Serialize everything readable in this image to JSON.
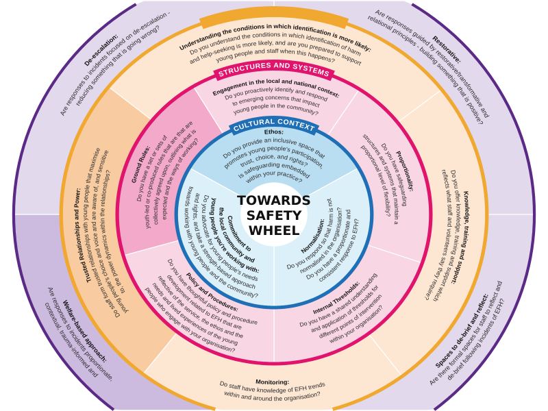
{
  "center": {
    "lines": [
      "TOWARDS",
      "SAFETY",
      "WHEEL"
    ]
  },
  "colors": {
    "purple_stroke": "#5b2a86",
    "purple_fill": "#e2d9ec",
    "purple_dark": "#cdbbdf",
    "orange_stroke": "#f0a830",
    "orange_fill": "#fde6d2",
    "orange_dark": "#f8cca0",
    "pink_stroke": "#e0136d",
    "pink_fill": "#f9d6e4",
    "pink_dark": "#f3a9c9",
    "blue_stroke": "#1e6fb5",
    "blue_fill": "#dcf0fa",
    "blue_dark": "#b9def2"
  },
  "rings": [
    {
      "id": "blue",
      "banner": "CULTURAL CONTEXT",
      "items": [
        {
          "title": [
            "Ethos:"
          ],
          "body": [
            "Do you provide an inclusive space that",
            "promotes young people's participation,",
            "trust, choice, and rights?",
            "Is safeguarding embedded",
            "within your practice?"
          ],
          "dark": true
        },
        {
          "title": [
            "Normalisation:"
          ],
          "body": [
            "Do you respond so that harm is not",
            "normalised in the organisation?",
            "Do you have a proportionate and",
            "consistent response to EFH?"
          ],
          "dark": false
        },
        {
          "title": [
            "Commitment to",
            "the local community and",
            "young people you're working with:"
          ],
          "body": [
            "Do you advocate for young people's needs",
            "and rights, and take a strength-based approach",
            "towards working with young people and the community?"
          ],
          "dark": false
        }
      ]
    },
    {
      "id": "pink",
      "banner": "STRUCTURES AND SYSTEMS",
      "items": [
        {
          "title": [
            "Engagement in the local and national context:"
          ],
          "body": [
            "Do you proactively identify and respond",
            "to emerging concerns that impact",
            "young people in the community?"
          ],
          "dark": false
        },
        {
          "title": [
            "Proportionality:"
          ],
          "body": [
            "Do you have safeguarding",
            "structures and systems that maintain a",
            "proportional level of flexibility?"
          ],
          "dark": false
        },
        {
          "title": [
            "Internal Thresholds:"
          ],
          "body": [
            "Do you have a shared understanding",
            "and application of thresholds for",
            "different points of intervention",
            "within your organisation?"
          ],
          "dark": false
        },
        {
          "title": [
            "Policy and Procedures:"
          ],
          "body": [
            "Do you have thoughtful policy and procedure",
            "development related to EFH that are",
            "reflective of the service, the ethos and the",
            "needs and lived experiences of the young",
            "people who engage with your organisation?"
          ],
          "dark": false
        },
        {
          "title": [
            "Ground Rules:"
          ],
          "body": [
            "Do you have a set or sets of",
            "youth-led or co-produced rules that are that are",
            "collectively agreed upon, outlining what is",
            "expected and the ways of working?"
          ],
          "dark": true
        }
      ]
    },
    {
      "id": "orange",
      "banner": "",
      "items": [
        {
          "title": [
            "Understanding the conditions in which identification is more likely:"
          ],
          "body": [
            "Do you understand the conditions in which identification of harm",
            "and help-seeking is more likely, and are you prepared to support",
            "young people and staff when this happens?"
          ],
          "dark": false
        },
        {
          "title": [
            "Knowledge, training and support:"
          ],
          "body": [
            "Do you offer knowledge, training and support which",
            "reflects what staff and volunteers say they require?"
          ],
          "dark": false
        },
        {
          "title": [
            "Monitoring:"
          ],
          "body": [
            "Do staff have knowledge of EFH trends",
            "within and around the organisation?"
          ],
          "dark": false
        },
        {
          "title": [
            "Trusted Relationships and Power:"
          ],
          "body": [
            "Do staff form trusted relationships with young people that maximise",
            "young people's choice and voice and are aware of, and sensitive",
            "to, the power dynamics within the relationships?"
          ],
          "dark": true
        }
      ]
    },
    {
      "id": "purple",
      "banner": "",
      "items": [
        {
          "title": [
            "Spaces to de-brief and reflect:"
          ],
          "body": [
            "Are there formal spaces for staff to reflect and",
            "de-brief following incidents of EFH?"
          ],
          "dark": false
        },
        {
          "title": [
            "Welfare-based approach:"
          ],
          "body": [
            "Are responses to incidents proportionate,",
            "contextual, trauma-informed and"
          ],
          "dark": true
        },
        {
          "title": [
            "De-escalation:"
          ],
          "body": [
            "Are responses to incidents focused on de-escalation -",
            "reducing something that is going wrong?"
          ],
          "dark": false
        },
        {
          "title": [
            "Restorative:"
          ],
          "body": [
            "Are responses guided by restorative/transformative and",
            "relational principles - building something that is positive?"
          ],
          "dark": false
        }
      ]
    }
  ]
}
